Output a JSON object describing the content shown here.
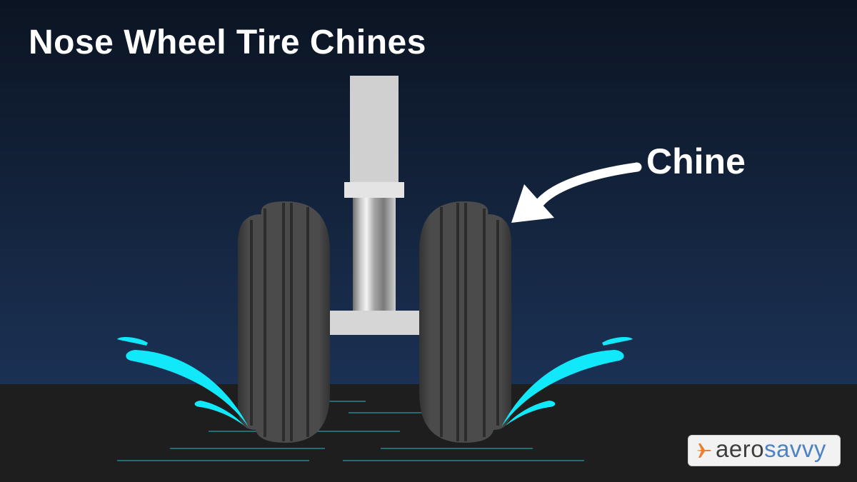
{
  "title": "Nose Wheel Tire Chines",
  "label": "Chine",
  "logo": {
    "part1": "aero",
    "part2": "savvy",
    "icon": "airplane-icon"
  },
  "colors": {
    "sky_top": "#0b1422",
    "sky_bottom": "#1b3154",
    "ground": "#1e1e1e",
    "tire": "#4b4b4b",
    "groove": "#2c2c2c",
    "strut": "#d0d0d0",
    "spray": "#11e9fb",
    "water_lines": "#1d8a8f",
    "logo_aero": "#3d3d3d",
    "logo_savvy": "#4d82c4",
    "logo_plane": "#f07e2d"
  }
}
